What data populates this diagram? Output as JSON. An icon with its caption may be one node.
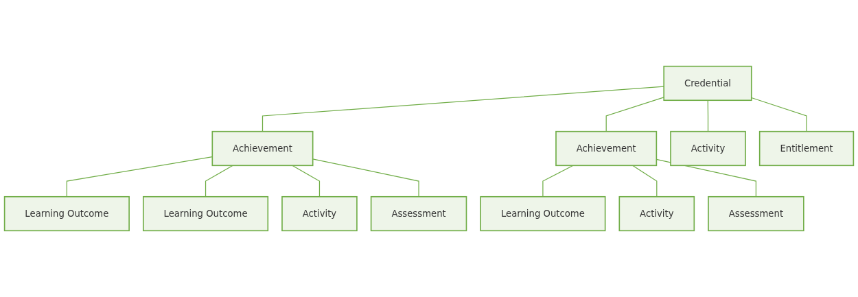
{
  "diagram": {
    "nodes": [
      {
        "text": [
          "Credential"
        ]
      },
      {
        "text": [
          "Achievement"
        ]
      },
      {
        "text": [
          "Achievement"
        ]
      },
      {
        "text": [
          "Activity"
        ]
      },
      {
        "text": [
          "Entitlement"
        ]
      },
      {
        "text": [
          "Learning Outcome"
        ]
      },
      {
        "text": [
          "Learning Outcome"
        ]
      },
      {
        "text": [
          "Activity"
        ]
      },
      {
        "text": [
          "Assessment"
        ]
      },
      {
        "text": [
          "Learning Outcome"
        ]
      },
      {
        "text": [
          "Activity"
        ]
      },
      {
        "text": [
          "Assessment"
        ]
      }
    ],
    "edges": [
      {
        "from": 0,
        "to": 1,
        "arrow": "none"
      },
      {
        "from": 0,
        "to": 2,
        "arrow": "none"
      },
      {
        "from": 0,
        "to": 3,
        "arrow": "none"
      },
      {
        "from": 0,
        "to": 4,
        "arrow": "none"
      },
      {
        "from": 1,
        "to": 5,
        "arrow": "none"
      },
      {
        "from": 1,
        "to": 6,
        "arrow": "none"
      },
      {
        "from": 1,
        "to": 7,
        "arrow": "none"
      },
      {
        "from": 1,
        "to": 8,
        "arrow": "none"
      },
      {
        "from": 2,
        "to": 9,
        "arrow": "none"
      },
      {
        "from": 2,
        "to": 10,
        "arrow": "none"
      },
      {
        "from": 2,
        "to": 11,
        "arrow": "none"
      }
    ]
  }
}
